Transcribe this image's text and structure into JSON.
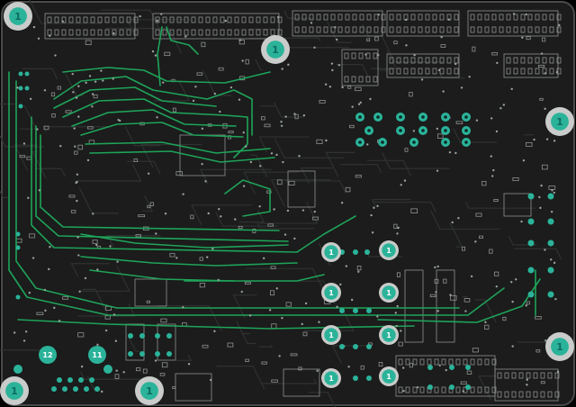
{
  "colors": {
    "background": "#000000",
    "board": "#1b1c1b",
    "outline": "#4a4b4a",
    "silkscreen": "#8f9290",
    "trace_green": "#1fa35a",
    "trace_dark": "#2f3230",
    "via": "#9aa29e",
    "pad_teal": "#2bb39a",
    "mount_ring": "#c9ccca",
    "mount_text": "#0c6b5f"
  },
  "mounting_holes": [
    {
      "id": "mh-top-left",
      "label": "1"
    },
    {
      "id": "mh-top-center",
      "label": "1"
    },
    {
      "id": "mh-right-upper",
      "label": "1"
    },
    {
      "id": "mh-right-lower",
      "label": "1"
    },
    {
      "id": "mh-bottom-left",
      "label": "1"
    },
    {
      "id": "mh-bottom-center",
      "label": "1"
    }
  ],
  "standoffs": [
    {
      "id": "so-1",
      "label": "1"
    },
    {
      "id": "so-2",
      "label": "1"
    },
    {
      "id": "so-3",
      "label": "1"
    },
    {
      "id": "so-4",
      "label": "1"
    },
    {
      "id": "so-5",
      "label": "1"
    },
    {
      "id": "so-6",
      "label": "1"
    },
    {
      "id": "so-7",
      "label": "1"
    },
    {
      "id": "so-8",
      "label": "1"
    }
  ],
  "connector_labels": [
    {
      "id": "conn-12",
      "label": "12"
    },
    {
      "id": "conn-11",
      "label": "11"
    }
  ]
}
